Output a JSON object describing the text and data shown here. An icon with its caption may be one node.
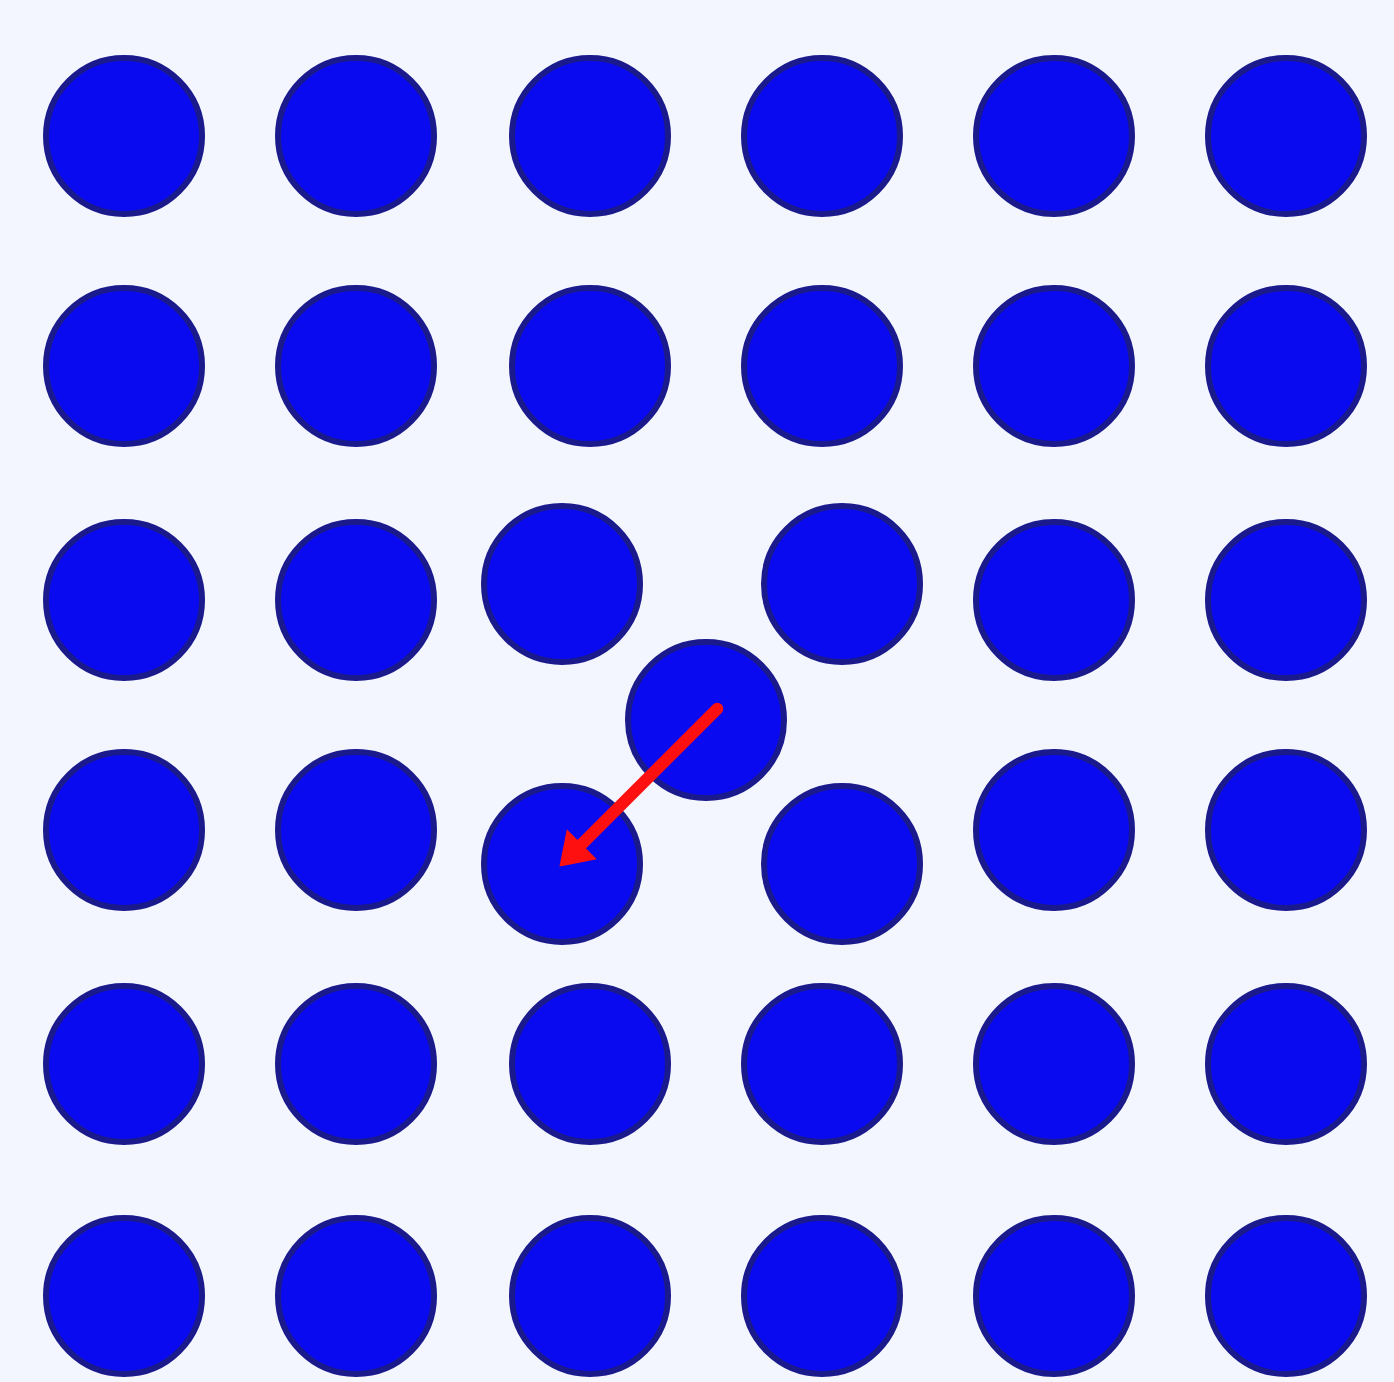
{
  "diagram": {
    "nodes": [
      {
        "text": [],
        "shape": "circle"
      },
      {
        "text": [],
        "shape": "circle"
      }
    ],
    "edges": [
      {
        "from": 0,
        "to": 1,
        "arrow": "to"
      }
    ]
  }
}
